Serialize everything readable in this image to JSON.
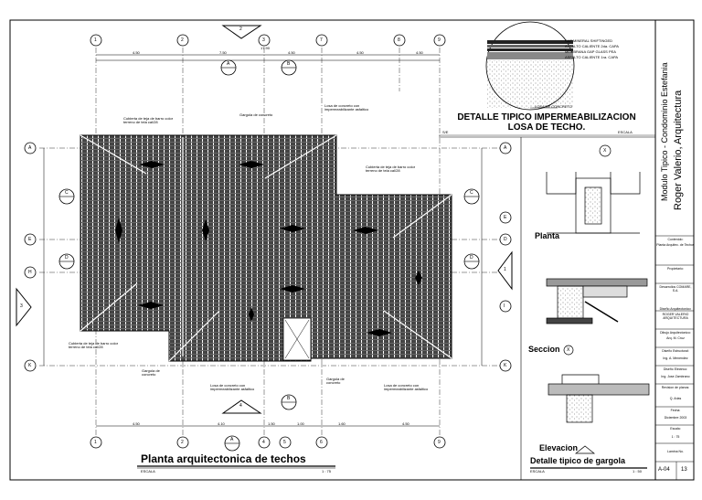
{
  "drawing": {
    "main_title": "Planta arquitectonica de techos",
    "main_scale_left": "ESCALA",
    "main_scale_right": "1 : 75",
    "detail_title_line1": "DETALLE TIPICO IMPERMEABILIZACION",
    "detail_title_line2": "LOSA DE TECHO.",
    "detail_scale_left": "S/E",
    "detail_scale_right": "ESCALA",
    "planta_label": "Planta",
    "seccion_label": "Seccion",
    "elevacion_label": "Elevacion",
    "gargola_title": "Detalle tipico de gargola",
    "gargola_scale_left": "ESCALA",
    "gargola_scale_right": "1 : 50",
    "losa_label": "LOSA DE CONCRETO"
  },
  "grid_top": [
    "1",
    "2",
    "3",
    "7",
    "8",
    "9"
  ],
  "grid_bottom": [
    "1",
    "2",
    "4",
    "5",
    "6",
    "9"
  ],
  "grid_left": [
    "A",
    "C",
    "E",
    "D",
    "H",
    "K"
  ],
  "grid_right": [
    "A",
    "C",
    "E",
    "D",
    "I",
    "K"
  ],
  "dims_top": [
    "4.50",
    "7.50",
    "4.50",
    "4.50",
    "4.50"
  ],
  "dims_top_total": "17.90",
  "dims_bottom": [
    "4.50",
    "4.10",
    "1.50",
    "1.00",
    "1.60",
    "4.50"
  ],
  "layers": [
    "SAP MINERAL SHIFTINGED",
    "ASFALTO CALIENTE 2da. CAPA",
    "MEMBRANA GAP GLASS PEA",
    "ASFALTO CALIENTE 1ra. CAPA"
  ],
  "notes": {
    "gargola": "Gargola de concreto",
    "losa_imp": "Losa de concreto con impermeabilizante asfaltico",
    "cubierta": "Cubierta de teja de barro color terreno de tela cal/28",
    "cubierta2": "Cubierta de teja de barro color terreno de tela cal/28"
  },
  "title_block": {
    "project": "Modulo Tipico - Condominio Estefania",
    "architect": "Roger Valerio, Arquitectura",
    "contenido_label": "Contenido:",
    "contenido": "Planta Arquitec. de Techos",
    "propietario_label": "Propietario:",
    "propietario": "Desarrollos COMARE, S.A.",
    "diseno_label": "Diseño Arquitectonico:",
    "diseno": "ROGER VALERIO ARQUITECTURA",
    "dibujo_label": "Dibujo Arquitectonico:",
    "dibujo": "Arq. M. Cruz",
    "disenio_est_label": "Diseño Estructural:",
    "disenio_est": "Ing. A. Menendez",
    "electrico_label": "Diseño Electrico:",
    "electrico": "Ing. Jose Zambrano",
    "revision_label": "Revision de planos:",
    "revision": "Q. Arias",
    "fecha_label": "Fecha:",
    "fecha": "Diciembre 2003",
    "escala_label": "Escala:",
    "escala": "1 : 75",
    "lamina_label": "Lamina No.",
    "sheet_code": "A-04",
    "sheet_no": "13"
  },
  "section_marks": {
    "A": "A",
    "B": "B",
    "C": "C",
    "D": "D",
    "n1": "1",
    "n2": "2",
    "n3": "3",
    "n4": "4",
    "x": "X"
  }
}
